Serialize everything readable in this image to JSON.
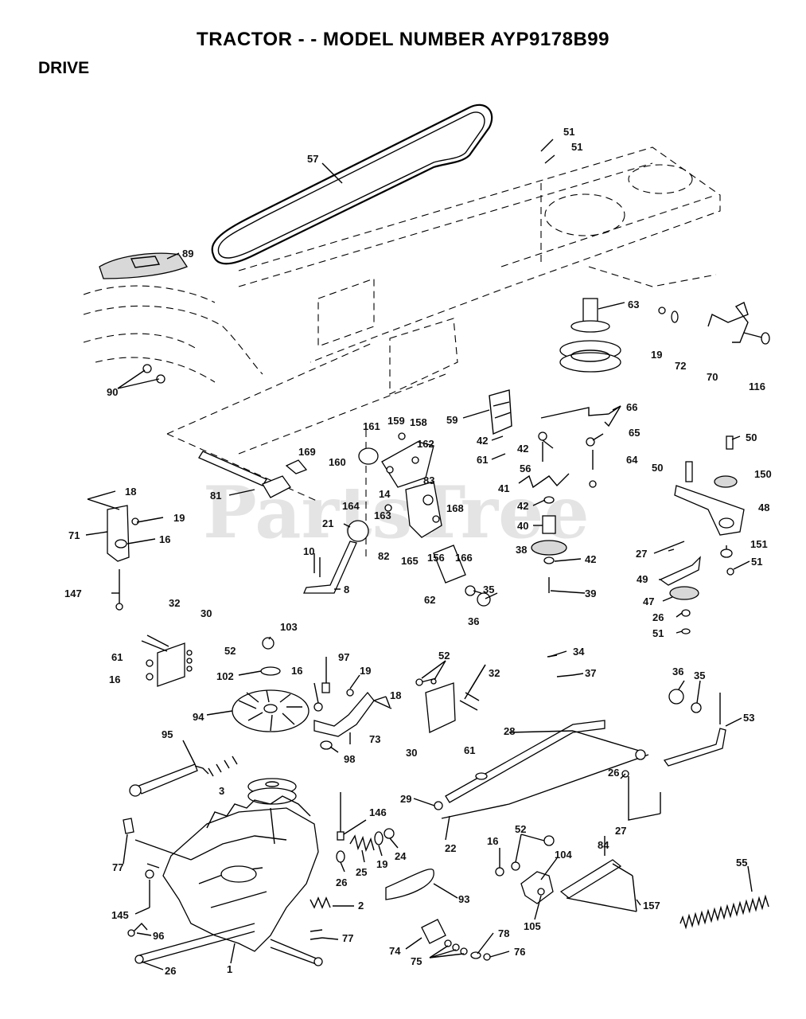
{
  "header": {
    "title": "TRACTOR - - MODEL NUMBER AYP9178B99",
    "section": "DRIVE"
  },
  "watermark": "PartsTree",
  "callouts": [
    {
      "id": "c57",
      "text": "57"
    },
    {
      "id": "c51a",
      "text": "51"
    },
    {
      "id": "c51b",
      "text": "51"
    },
    {
      "id": "c89",
      "text": "89"
    },
    {
      "id": "c63",
      "text": "63"
    },
    {
      "id": "c19a",
      "text": "19"
    },
    {
      "id": "c72",
      "text": "72"
    },
    {
      "id": "c70",
      "text": "70"
    },
    {
      "id": "c116",
      "text": "116"
    },
    {
      "id": "c90",
      "text": "90"
    },
    {
      "id": "c59",
      "text": "59"
    },
    {
      "id": "c66",
      "text": "66"
    },
    {
      "id": "c161",
      "text": "161"
    },
    {
      "id": "c159",
      "text": "159"
    },
    {
      "id": "c158",
      "text": "158"
    },
    {
      "id": "c42a",
      "text": "42"
    },
    {
      "id": "c42b",
      "text": "42"
    },
    {
      "id": "c65",
      "text": "65"
    },
    {
      "id": "c50a",
      "text": "50"
    },
    {
      "id": "c169",
      "text": "169"
    },
    {
      "id": "c160",
      "text": "160"
    },
    {
      "id": "c162",
      "text": "162"
    },
    {
      "id": "c61a",
      "text": "61"
    },
    {
      "id": "c64",
      "text": "64"
    },
    {
      "id": "c56",
      "text": "56"
    },
    {
      "id": "c50b",
      "text": "50"
    },
    {
      "id": "c150",
      "text": "150"
    },
    {
      "id": "c18a",
      "text": "18"
    },
    {
      "id": "c81",
      "text": "81"
    },
    {
      "id": "c83",
      "text": "83"
    },
    {
      "id": "c14",
      "text": "14"
    },
    {
      "id": "c41",
      "text": "41"
    },
    {
      "id": "c168",
      "text": "168"
    },
    {
      "id": "c164",
      "text": "164"
    },
    {
      "id": "c42c",
      "text": "42"
    },
    {
      "id": "c48",
      "text": "48"
    },
    {
      "id": "c19b",
      "text": "19"
    },
    {
      "id": "c71",
      "text": "71"
    },
    {
      "id": "c16a",
      "text": "16"
    },
    {
      "id": "c21",
      "text": "21"
    },
    {
      "id": "c163",
      "text": "163"
    },
    {
      "id": "c40",
      "text": "40"
    },
    {
      "id": "c82",
      "text": "82"
    },
    {
      "id": "c165",
      "text": "165"
    },
    {
      "id": "c156",
      "text": "156"
    },
    {
      "id": "c166",
      "text": "166"
    },
    {
      "id": "c38",
      "text": "38"
    },
    {
      "id": "c27a",
      "text": "27"
    },
    {
      "id": "c151",
      "text": "151"
    },
    {
      "id": "c51c",
      "text": "51"
    },
    {
      "id": "c10",
      "text": "10"
    },
    {
      "id": "c42d",
      "text": "42"
    },
    {
      "id": "c49",
      "text": "49"
    },
    {
      "id": "c8",
      "text": "8"
    },
    {
      "id": "c147",
      "text": "147"
    },
    {
      "id": "c39",
      "text": "39"
    },
    {
      "id": "c47",
      "text": "47"
    },
    {
      "id": "c35a",
      "text": "35"
    },
    {
      "id": "c62",
      "text": "62"
    },
    {
      "id": "c26a",
      "text": "26"
    },
    {
      "id": "c51d",
      "text": "51"
    },
    {
      "id": "c32a",
      "text": "32"
    },
    {
      "id": "c30a",
      "text": "30"
    },
    {
      "id": "c103",
      "text": "103"
    },
    {
      "id": "c36a",
      "text": "36"
    },
    {
      "id": "c52a",
      "text": "52"
    },
    {
      "id": "c61b",
      "text": "61"
    },
    {
      "id": "c97",
      "text": "97"
    },
    {
      "id": "c34",
      "text": "34"
    },
    {
      "id": "c16b",
      "text": "16"
    },
    {
      "id": "c102",
      "text": "102"
    },
    {
      "id": "c16c",
      "text": "16"
    },
    {
      "id": "c19c",
      "text": "19"
    },
    {
      "id": "c52b",
      "text": "52"
    },
    {
      "id": "c32b",
      "text": "32"
    },
    {
      "id": "c37",
      "text": "37"
    },
    {
      "id": "c36b",
      "text": "36"
    },
    {
      "id": "c35b",
      "text": "35"
    },
    {
      "id": "c18b",
      "text": "18"
    },
    {
      "id": "c94",
      "text": "94"
    },
    {
      "id": "c73",
      "text": "73"
    },
    {
      "id": "c53",
      "text": "53"
    },
    {
      "id": "c30b",
      "text": "30"
    },
    {
      "id": "c61c",
      "text": "61"
    },
    {
      "id": "c28",
      "text": "28"
    },
    {
      "id": "c95",
      "text": "95"
    },
    {
      "id": "c98",
      "text": "98"
    },
    {
      "id": "c26b",
      "text": "26"
    },
    {
      "id": "c3",
      "text": "3"
    },
    {
      "id": "c29",
      "text": "29"
    },
    {
      "id": "c27b",
      "text": "27"
    },
    {
      "id": "c146",
      "text": "146"
    },
    {
      "id": "c22",
      "text": "22"
    },
    {
      "id": "c16d",
      "text": "16"
    },
    {
      "id": "c52c",
      "text": "52"
    },
    {
      "id": "c84",
      "text": "84"
    },
    {
      "id": "c77a",
      "text": "77"
    },
    {
      "id": "c26c",
      "text": "26"
    },
    {
      "id": "c25",
      "text": "25"
    },
    {
      "id": "c19d",
      "text": "19"
    },
    {
      "id": "c24",
      "text": "24"
    },
    {
      "id": "c104",
      "text": "104"
    },
    {
      "id": "c55",
      "text": "55"
    },
    {
      "id": "c93",
      "text": "93"
    },
    {
      "id": "c145",
      "text": "145"
    },
    {
      "id": "c2",
      "text": "2"
    },
    {
      "id": "c157",
      "text": "157"
    },
    {
      "id": "c105",
      "text": "105"
    },
    {
      "id": "c96",
      "text": "96"
    },
    {
      "id": "c77b",
      "text": "77"
    },
    {
      "id": "c78",
      "text": "78"
    },
    {
      "id": "c74",
      "text": "74"
    },
    {
      "id": "c76",
      "text": "76"
    },
    {
      "id": "c75",
      "text": "75"
    },
    {
      "id": "c26d",
      "text": "26"
    },
    {
      "id": "c1",
      "text": "1"
    }
  ]
}
